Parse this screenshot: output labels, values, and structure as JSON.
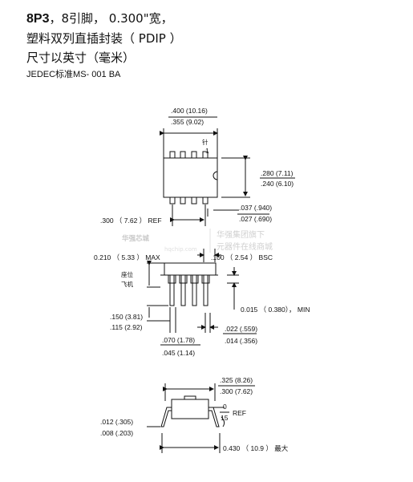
{
  "header": {
    "code": "8P3",
    "line1_rest": "，8引脚，  0.300\"宽，",
    "line2": "塑料双列直插封装（  PDIP ）",
    "line3": "尺寸以英寸（毫米）",
    "line4": "JEDEC标准MS- 001 BA"
  },
  "top_view": {
    "width_max": ".400 (10.16)",
    "width_min": ".355 (9.02)",
    "pin1_text": "针",
    "pin1_number": "1",
    "height_max": ".280 (7.11)",
    "height_min": ".240 (6.10)",
    "lead_width_max": ".037 (.940)",
    "lead_width_min": ".027 (.690)",
    "ref_spacing": ".300 （ 7.62 ） REF"
  },
  "side_view": {
    "height_max": "0.210 （ 5.33 ） MAX",
    "pitch": ".100 （ 2.54 ） BSC",
    "seating_plane_a": "座位",
    "seating_plane_b": "飞机",
    "standoff": "0.015 （ 0.380），  MIN",
    "lead_len_max": ".150 (3.81)",
    "lead_len_min": ".115 (2.92)",
    "lead_wide_max": ".070 (1.78)",
    "lead_wide_min": ".045 (1.14)",
    "lead_thick_max": ".022 (.559)",
    "lead_thick_min": ".014 (.356)"
  },
  "end_view": {
    "width_max": ".325 (8.26)",
    "width_min": ".300 (7.62)",
    "angle_min": "0",
    "angle_max": "15",
    "angle_ref": "REF",
    "thickness_max": ".012 (.305)",
    "thickness_min": ".008 (.203)",
    "overall": "0.430 （ 10.9 ） 最大"
  },
  "watermark": {
    "logo": "华强芯城",
    "site": "hqchip.com",
    "line_a": "华强集团旗下",
    "line_b": "元器件在线商城"
  }
}
